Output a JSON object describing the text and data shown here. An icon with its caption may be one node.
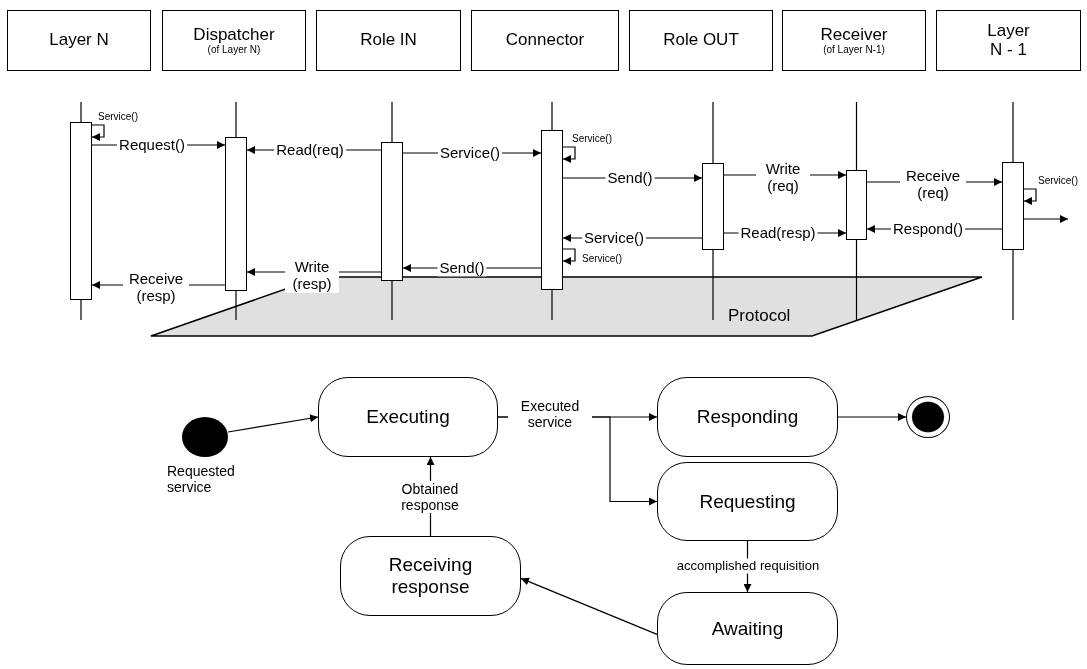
{
  "diagram": {
    "nodes": [
      {
        "text": [
          "Layer N"
        ]
      },
      {
        "text": [
          "Dispatcher",
          "(of Layer N)"
        ]
      },
      {
        "text": [
          "Role IN"
        ]
      },
      {
        "text": [
          "Connector"
        ]
      },
      {
        "text": [
          "Role OUT"
        ]
      },
      {
        "text": [
          "Receiver",
          "(of Layer N-1)"
        ]
      },
      {
        "text": [
          "Layer N - 1"
        ]
      },
      {
        "text": [],
        "shape": "bar"
      },
      {
        "text": [],
        "shape": "bar"
      },
      {
        "text": [],
        "shape": "bar"
      },
      {
        "text": [],
        "shape": "bar"
      },
      {
        "text": [],
        "shape": "bar"
      },
      {
        "text": [],
        "shape": "bar"
      },
      {
        "text": [],
        "shape": "bar"
      },
      {
        "text": [
          "Protocol"
        ]
      },
      {
        "text": [],
        "shape": "circle",
        "beside": [
          "Requested service"
        ]
      },
      {
        "text": [
          "Executing"
        ]
      },
      {
        "text": [
          "Responding"
        ]
      },
      {
        "text": [
          "Requesting"
        ]
      },
      {
        "text": [
          "Awaiting"
        ]
      },
      {
        "text": [
          "Receiving response"
        ]
      },
      {
        "text": [],
        "shape": "circle"
      }
    ],
    "edges": [
      {
        "from": 7,
        "to": 7,
        "arrow": "to",
        "label": "Service()"
      },
      {
        "from": 7,
        "to": 8,
        "arrow": "to",
        "label": "Request()"
      },
      {
        "from": 9,
        "to": 8,
        "arrow": "to",
        "label": "Read(req)"
      },
      {
        "from": 9,
        "to": 10,
        "arrow": "to",
        "label": "Service()"
      },
      {
        "from": 10,
        "to": 10,
        "arrow": "to",
        "label": "Service()"
      },
      {
        "from": 10,
        "to": 11,
        "arrow": "to",
        "label": "Send()"
      },
      {
        "from": 11,
        "to": 12,
        "arrow": "to",
        "label": "Write (req)"
      },
      {
        "from": 12,
        "to": 13,
        "arrow": "to",
        "label": "Receive (req)"
      },
      {
        "from": 13,
        "to": 13,
        "arrow": "to",
        "label": "Service()"
      },
      {
        "from": 13,
        "to": null,
        "arrow": "to"
      },
      {
        "from": 13,
        "to": 12,
        "arrow": "to",
        "label": "Respond()"
      },
      {
        "from": 11,
        "to": 12,
        "arrow": "to",
        "label": "Read(resp)"
      },
      {
        "from": 11,
        "to": 10,
        "arrow": "to",
        "label": "Service()"
      },
      {
        "from": 10,
        "to": 10,
        "arrow": "to",
        "label": "Service()"
      },
      {
        "from": 10,
        "to": 9,
        "arrow": "to",
        "label": "Send()"
      },
      {
        "from": 9,
        "to": 8,
        "arrow": "to",
        "label": "Write (resp)"
      },
      {
        "from": 8,
        "to": 7,
        "arrow": "to",
        "label": "Receive (resp)"
      },
      {
        "from": 15,
        "to": 16,
        "arrow": "to"
      },
      {
        "from": 16,
        "to": 17,
        "arrow": "to",
        "label": "Executed service"
      },
      {
        "from": 16,
        "to": 18,
        "arrow": "to"
      },
      {
        "from": 17,
        "to": 21,
        "arrow": "to"
      },
      {
        "from": 18,
        "to": 19,
        "arrow": "to",
        "label": "accomplished requisition"
      },
      {
        "from": 19,
        "to": 20,
        "arrow": "to"
      },
      {
        "from": 20,
        "to": 16,
        "arrow": "to",
        "label": "Obtained response"
      }
    ]
  }
}
